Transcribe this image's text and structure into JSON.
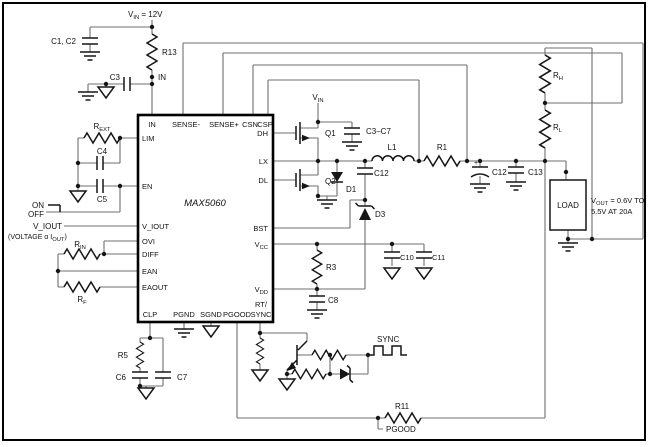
{
  "ic": {
    "name": "MAX5060",
    "pins_top": [
      "IN",
      "SENSE-",
      "SENSE+",
      "CSN",
      "CSP"
    ],
    "pins_left": [
      "LIM",
      "EN",
      "V_IOUT",
      "OVI",
      "DIFF",
      "EAN",
      "EAOUT"
    ],
    "pins_right": [
      "DH",
      "LX",
      "DL",
      "BST"
    ],
    "pin_vcc": {
      "b": "V",
      "s": "CC"
    },
    "pin_vdd": {
      "b": "V",
      "s": "DD"
    },
    "pins_bottom": [
      "CLP",
      "PGND",
      "SGND",
      "PGOOD"
    ],
    "pin_rtsync": {
      "l1": "RT/",
      "l2": "SYNC"
    }
  },
  "labels": {
    "vin12": {
      "b": "V",
      "s": "IN",
      "r": " = 12V"
    },
    "c1c2": "C1, C2",
    "r13": "R13",
    "in_node": "IN",
    "c3": "C3",
    "rext": {
      "b": "R",
      "s": "EXT"
    },
    "c4": "C4",
    "c5": "C5",
    "on": "ON",
    "off": "OFF",
    "viout": "V_IOUT",
    "viout_p1": "(VOLTAGE α I",
    "viout_p2": "OUT",
    "viout_p3": ")",
    "rin": {
      "b": "R",
      "s": "IN"
    },
    "rf": {
      "b": "R",
      "s": "F"
    },
    "r5": "R5",
    "c6": "C6",
    "c7": "C7",
    "vin": {
      "b": "V",
      "s": "IN"
    },
    "q1": "Q1",
    "c3c7": "C3–C7",
    "q2": "Q2",
    "d1": "D1",
    "c12b": "C12",
    "l1": "L1",
    "r1": "R1",
    "d3": "D3",
    "r3": "R3",
    "c8": "C8",
    "c10": "C10",
    "c11": "C11",
    "c12o": "C12",
    "plus": "+",
    "c13": "C13",
    "rh": {
      "b": "R",
      "s": "H"
    },
    "rl": {
      "b": "R",
      "s": "L"
    },
    "load": "LOAD",
    "vout1": {
      "b": "V",
      "s": "OUT",
      "r": " = 0.6V TO"
    },
    "vout2": "5.5V AT 20A",
    "sync": "SYNC",
    "r11": "R11",
    "pgood": "PGOOD"
  },
  "colors": {
    "ink": "#161616",
    "wire": "#6f6f6f",
    "background": "#ffffff",
    "ic_border": "#000000"
  }
}
